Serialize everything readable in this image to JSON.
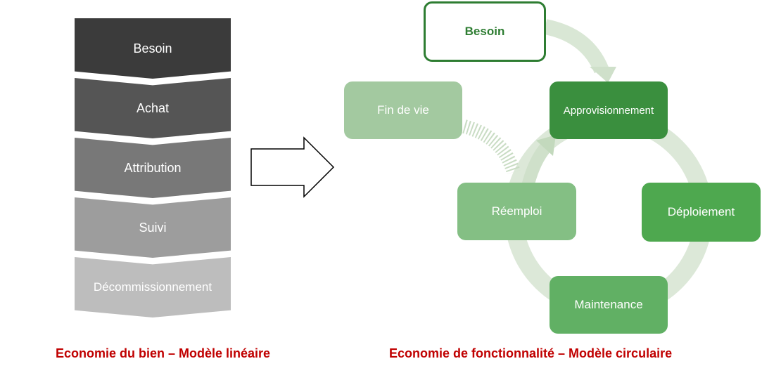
{
  "linear": {
    "steps": [
      "Besoin",
      "Achat",
      "Attribution",
      "Suivi",
      "Décommissionnement"
    ],
    "colors": [
      "#3b3b3b",
      "#555555",
      "#787878",
      "#9d9d9d",
      "#bdbdbd"
    ],
    "caption": "Economie du bien – Modèle linéaire"
  },
  "circular": {
    "besoin": "Besoin",
    "approvisionnement": "Approvisionnement",
    "deploiement": "Déploiement",
    "maintenance": "Maintenance",
    "reemploi": "Réemploi",
    "fin_de_vie": "Fin de vie",
    "caption": "Economie de fonctionnalité – Modèle circulaire"
  },
  "colors": {
    "caption": "#c00000",
    "dark_green": "#3a8f3e",
    "green": "#4ea84f",
    "mid_green": "#61b064",
    "light_green": "#84bf84",
    "pale_green": "#a3c9a0",
    "outline_green": "#2e7d32",
    "cycle_arrow": "#dce8d8"
  },
  "icons": [
    "transition-arrow-icon",
    "cycle-arrow-icon"
  ]
}
